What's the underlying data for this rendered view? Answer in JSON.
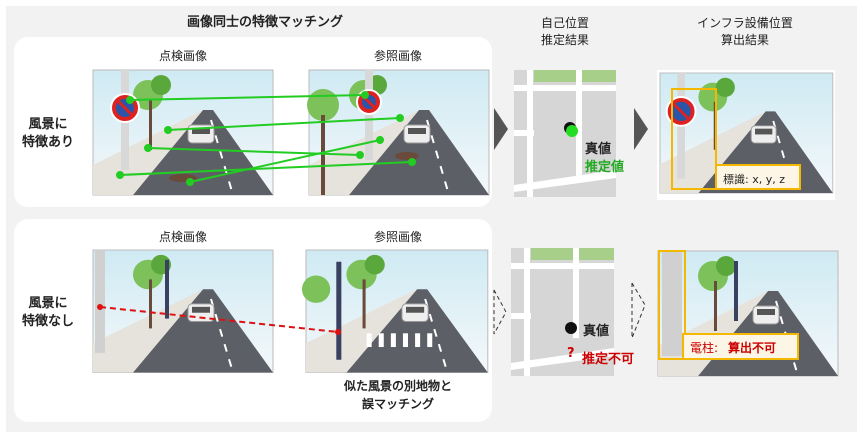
{
  "title": "画像同士の特徴マッチング",
  "columns": {
    "inspection": "点検画像",
    "reference": "参照画像",
    "self_position": [
      "自己位置",
      "推定結果"
    ],
    "infra_position": [
      "インフラ設備位置",
      "算出結果"
    ]
  },
  "rows": [
    {
      "label": [
        "風景に",
        "特徴あり"
      ],
      "true_value": "真値",
      "estimate": "推定値",
      "result_label": "標識: x, y, z"
    },
    {
      "label": [
        "風景に",
        "特徴なし"
      ],
      "true_value": "真値",
      "question": "?",
      "estimate": "推定不可",
      "result_prefix": "電柱:",
      "result_value": "算出不可",
      "caption": [
        "似た風景の別地物と",
        "誤マッチング"
      ]
    }
  ],
  "colors": {
    "match": "#22cc22",
    "mismatch": "#dd1111",
    "highlight": "#f5b800",
    "estimate": "#22aa22",
    "error": "#cc0000"
  }
}
